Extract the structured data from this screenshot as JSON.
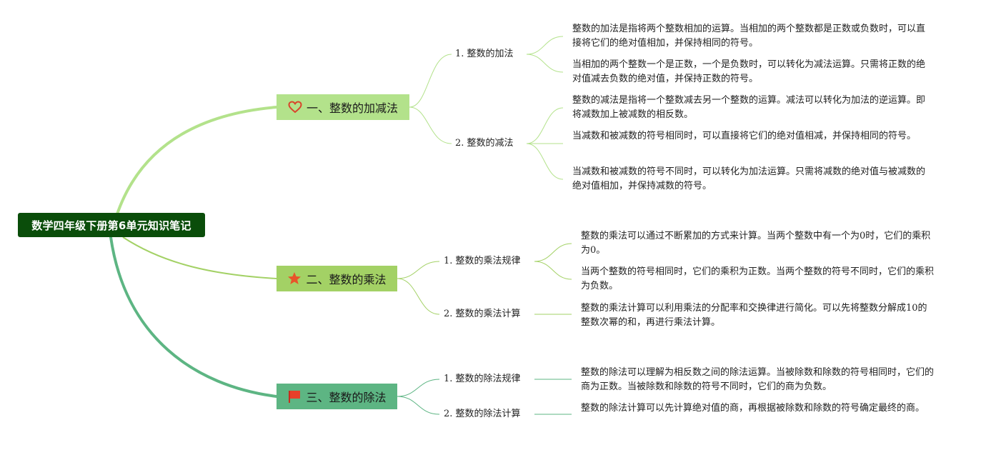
{
  "root": {
    "title": "数学四年级下册第6单元知识笔记"
  },
  "branches": [
    {
      "label": "一、整数的加减法",
      "icon": "heart-icon",
      "color": "#b3e28b",
      "topics": [
        {
          "label": "1. 整数的加法",
          "leaves": [
            "整数的加法是指将两个整数相加的运算。当相加的两个整数都是正数或负数时，可以直接将它们的绝对值相加，并保持相同的符号。",
            "当相加的两个整数一个是正数，一个是负数时，可以转化为减法运算。只需将正数的绝对值减去负数的绝对值，并保持正数的符号。"
          ]
        },
        {
          "label": "2. 整数的减法",
          "leaves": [
            "整数的减法是指将一个整数减去另一个整数的运算。减法可以转化为加法的逆运算。即将减数加上被减数的相反数。",
            "当减数和被减数的符号相同时，可以直接将它们的绝对值相减，并保持相同的符号。",
            "当减数和被减数的符号不同时，可以转化为加法运算。只需将减数的绝对值与被减数的绝对值相加，并保持减数的符号。"
          ]
        }
      ]
    },
    {
      "label": "二、整数的乘法",
      "icon": "star-icon",
      "color": "#a3d165",
      "topics": [
        {
          "label": "1. 整数的乘法规律",
          "leaves": [
            "整数的乘法可以通过不断累加的方式来计算。当两个整数中有一个为0时，它们的乘积为0。",
            "当两个整数的符号相同时，它们的乘积为正数。当两个整数的符号不同时，它们的乘积为负数。"
          ]
        },
        {
          "label": "2. 整数的乘法计算",
          "leaves": [
            "整数的乘法计算可以利用乘法的分配率和交换律进行简化。可以先将整数分解成10的整数次幂的和，再进行乘法计算。"
          ]
        }
      ]
    },
    {
      "label": "三、整数的除法",
      "icon": "flag-icon",
      "color": "#5db583",
      "topics": [
        {
          "label": "1. 整数的除法规律",
          "leaves": [
            "整数的除法可以理解为相反数之间的除法运算。当被除数和除数的符号相同时，它们的商为正数。当被除数和除数的符号不同时，它们的商为负数。"
          ]
        },
        {
          "label": "2. 整数的除法计算",
          "leaves": [
            "整数的除法计算可以先计算绝对值的商，再根据被除数和除数的符号确定最终的商。"
          ]
        }
      ]
    }
  ]
}
